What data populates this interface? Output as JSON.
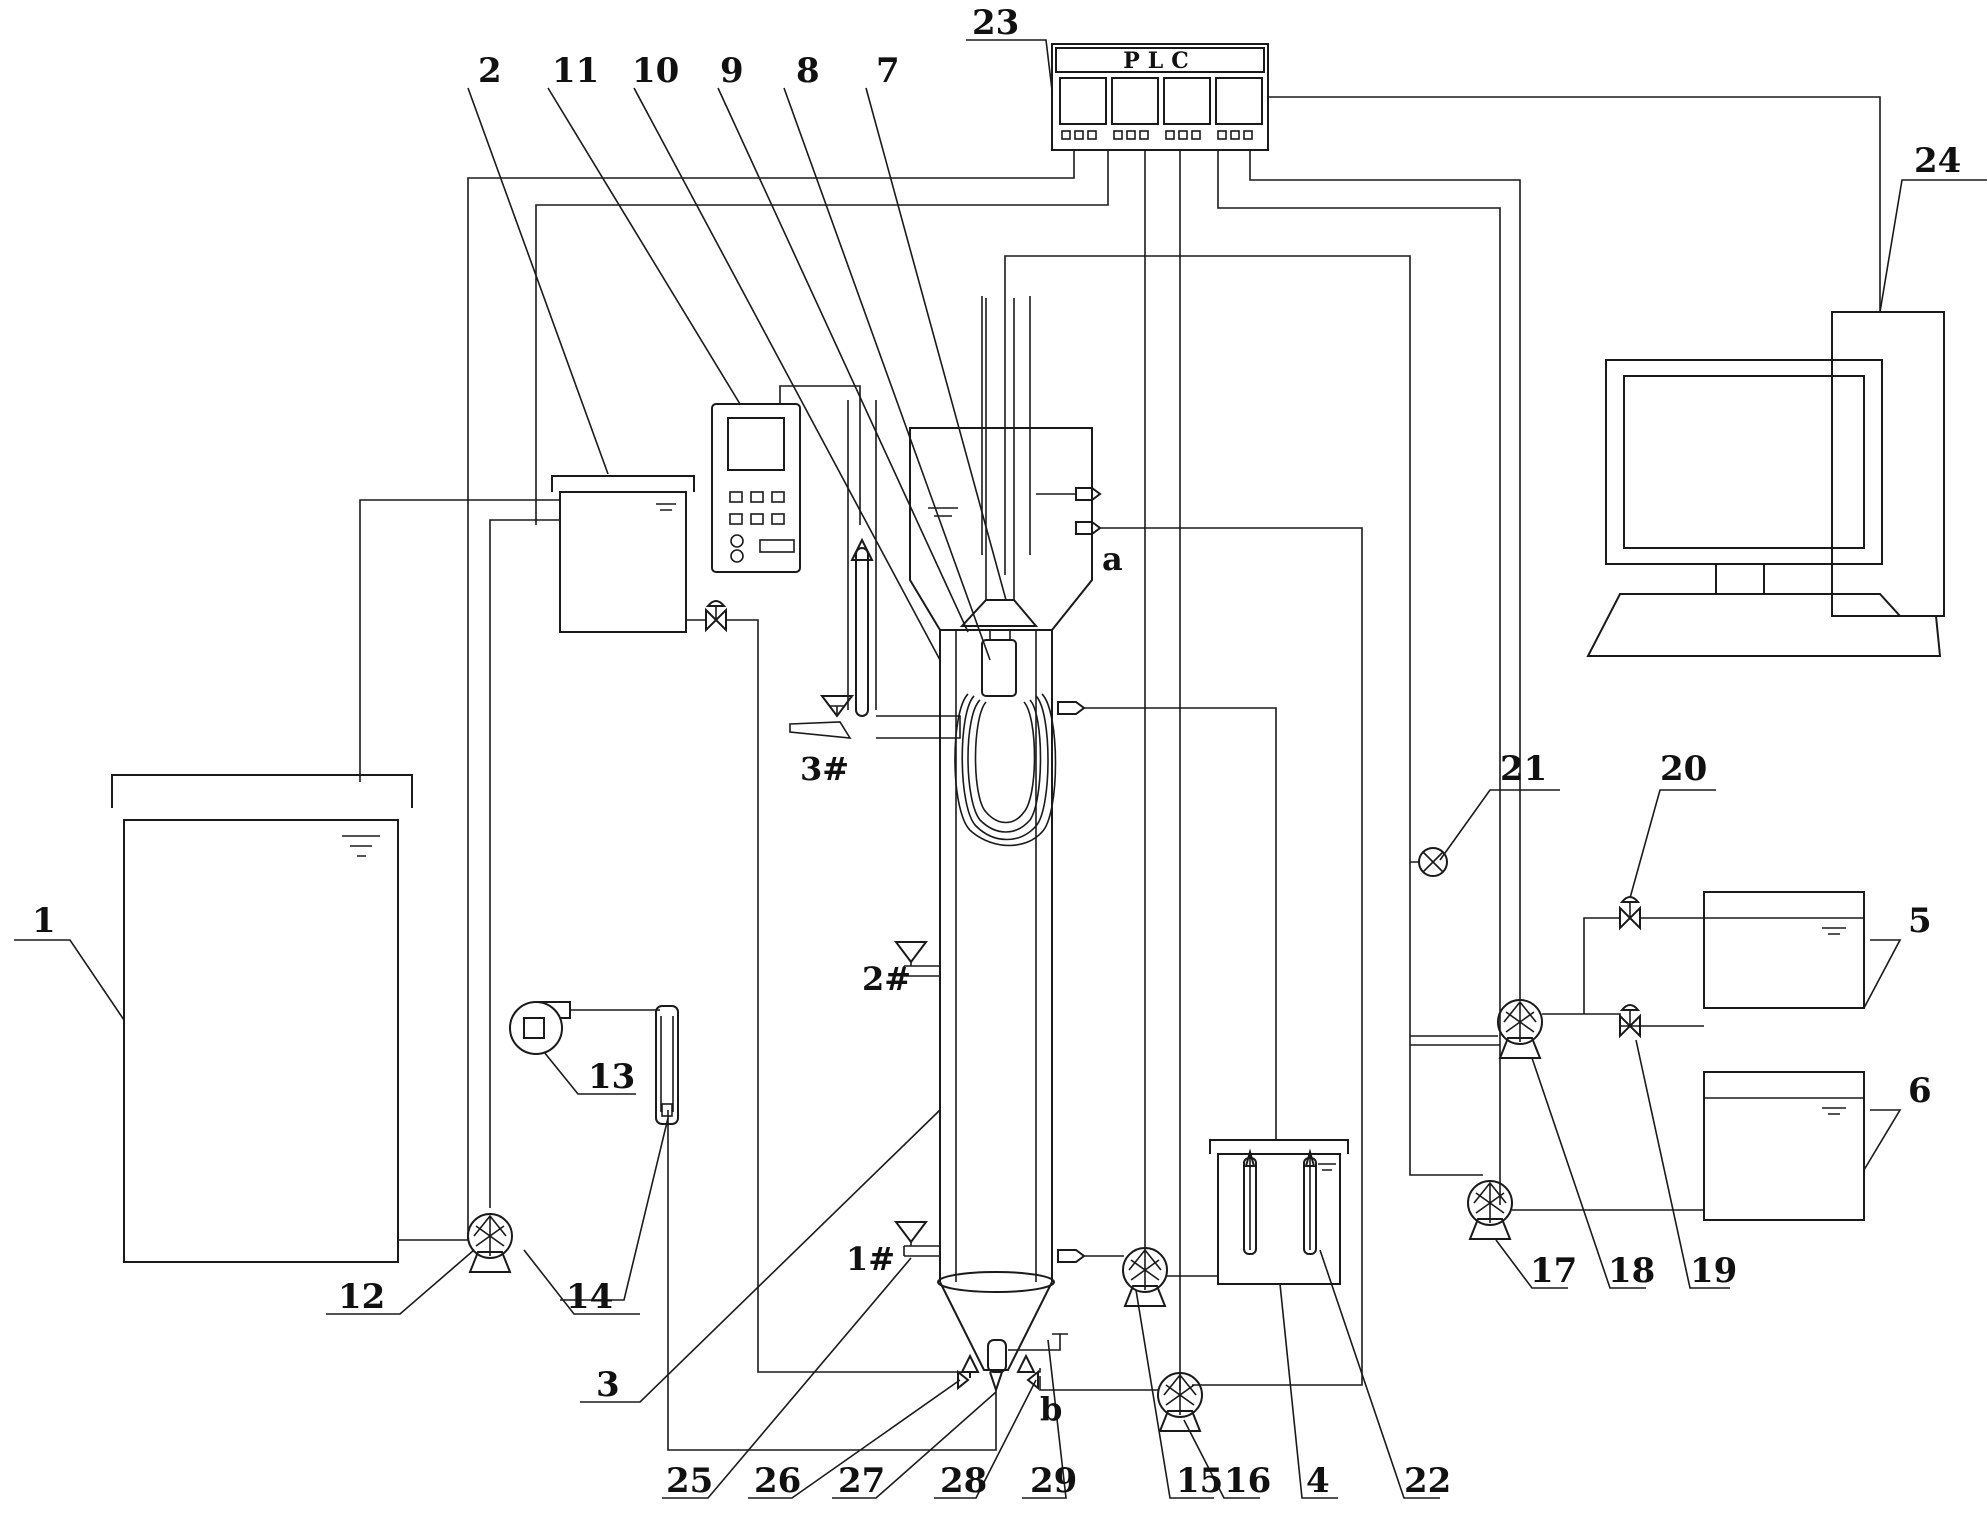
{
  "plc_title": "PLC",
  "labels": {
    "l1": "1",
    "l2": "2",
    "l3": "3",
    "l4": "4",
    "l5": "5",
    "l6": "6",
    "l7": "7",
    "l8": "8",
    "l9": "9",
    "l10": "10",
    "l11": "11",
    "l12": "12",
    "l13": "13",
    "l14": "14",
    "l15": "15",
    "l16": "16",
    "l17": "17",
    "l18": "18",
    "l19": "19",
    "l20": "20",
    "l21": "21",
    "l22": "22",
    "l23": "23",
    "l24": "24",
    "l25": "25",
    "l26": "26",
    "l27": "27",
    "l28": "28",
    "l29": "29"
  },
  "ports": {
    "p1": "1#",
    "p2": "2#",
    "p3": "3#",
    "a": "a",
    "b": "b"
  }
}
